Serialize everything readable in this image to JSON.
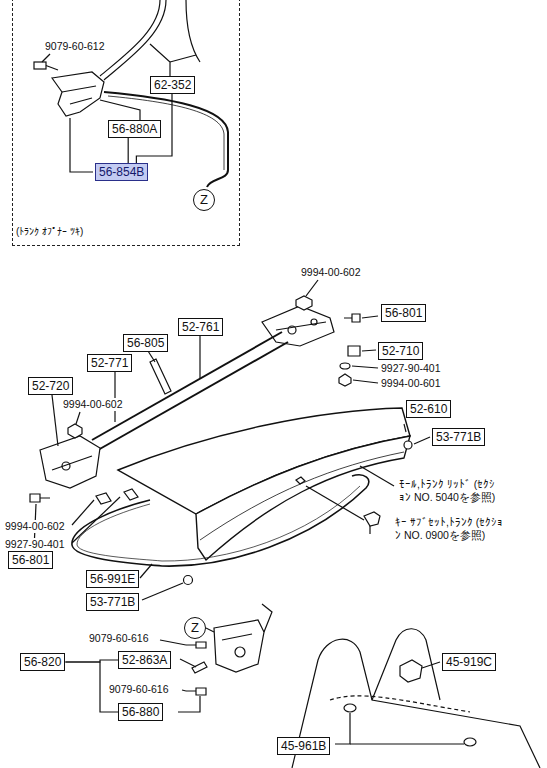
{
  "diagram": {
    "nodes": [
      {
        "text": [
          "(ﾄﾗﾝｸ ｵﾌﾟﾅｰ ﾂｷ)"
        ]
      },
      {
        "text": [
          "62-352"
        ],
        "in": 0
      },
      {
        "text": [
          "56-880A"
        ],
        "in": 0
      },
      {
        "text": [
          "56-854B"
        ],
        "in": 0
      },
      {
        "text": [
          "Z"
        ],
        "in": 0
      },
      {
        "text": [
          "56-801"
        ]
      },
      {
        "text": [
          "52-761"
        ]
      },
      {
        "text": [
          "56-805"
        ]
      },
      {
        "text": [
          "52-710"
        ]
      },
      {
        "text": [
          "52-771"
        ]
      },
      {
        "text": [
          "52-720"
        ]
      },
      {
        "text": [
          "52-610"
        ]
      },
      {
        "text": [
          "53-771B"
        ]
      },
      {
        "text": [
          "56-801"
        ]
      },
      {
        "text": [
          "56-991E"
        ]
      },
      {
        "text": [
          "53-771B"
        ]
      },
      {
        "text": [
          "Z"
        ]
      },
      {
        "text": [
          "52-863A"
        ]
      },
      {
        "text": [
          "56-820"
        ]
      },
      {
        "text": [
          "56-880"
        ]
      },
      {
        "text": [
          "45-919C"
        ]
      },
      {
        "text": [
          "45-961B"
        ]
      }
    ],
    "edges": [
      {
        "from": 2,
        "to": 3,
        "arrow": "none"
      },
      {
        "from": 1,
        "to": 3,
        "arrow": "none"
      },
      {
        "from": 18,
        "to": 17,
        "arrow": "none"
      },
      {
        "from": 18,
        "to": 19,
        "arrow": "none"
      }
    ],
    "labels": [
      "9079-60-612",
      "9994-00-602",
      "9927-90-401",
      "9994-00-601",
      "9994-00-602",
      "9994-00-602",
      "9927-90-401",
      "ﾓｰﾙ,ﾄﾗﾝｸ ﾘｯﾄﾞ (ｾｸｼｮﾝ NO. 5040を参照)",
      "ｷｰ ｻﾌﾞｾｯﾄ,ﾄﾗﾝｸ (ｾｸｼｮﾝ NO. 0900を参照)",
      "9079-60-616",
      "9079-60-616"
    ]
  }
}
